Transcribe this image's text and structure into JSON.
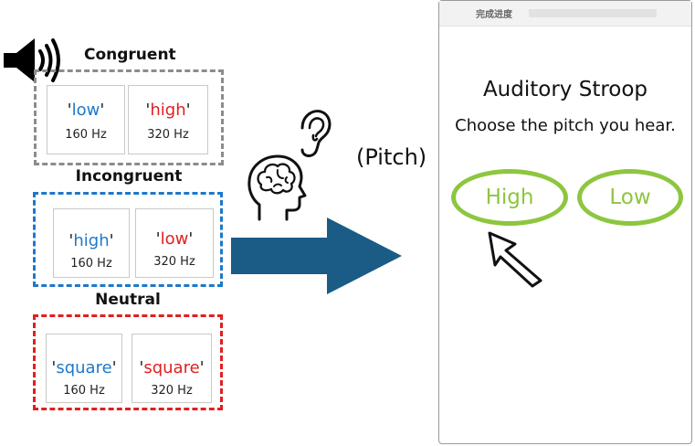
{
  "groups": {
    "congruent": {
      "title": "Congruent",
      "cards": [
        {
          "word": "low",
          "hz": "160 Hz"
        },
        {
          "word": "high",
          "hz": "320 Hz"
        }
      ]
    },
    "incongruent": {
      "title": "Incongruent",
      "cards": [
        {
          "word": "high",
          "hz": "160 Hz"
        },
        {
          "word": "low",
          "hz": "320 Hz"
        }
      ]
    },
    "neutral": {
      "title": "Neutral",
      "cards": [
        {
          "word": "square",
          "hz": "160 Hz"
        },
        {
          "word": "square",
          "hz": "320 Hz"
        }
      ]
    }
  },
  "quote_mark": "'",
  "pitch_label": "(Pitch)",
  "phone": {
    "progress_label": "完成进度",
    "progress_fraction": 0,
    "title": "Auditory Stroop",
    "instruction": "Choose the pitch you hear.",
    "buttons": {
      "high": "High",
      "low": "Low"
    }
  },
  "colors": {
    "blue_word": "#1f78c8",
    "red_word": "#e02020",
    "button_green": "#8dc63f",
    "arrow": "#1a5c85",
    "box_gray": "#8c8c8c",
    "box_blue": "#1f78c8",
    "box_red": "#e02020"
  },
  "icons": {
    "speaker": "speaker-icon",
    "head": "brain-head-icon",
    "ear": "ear-icon",
    "arrow": "right-arrow-icon",
    "cursor": "mouse-cursor-icon"
  }
}
